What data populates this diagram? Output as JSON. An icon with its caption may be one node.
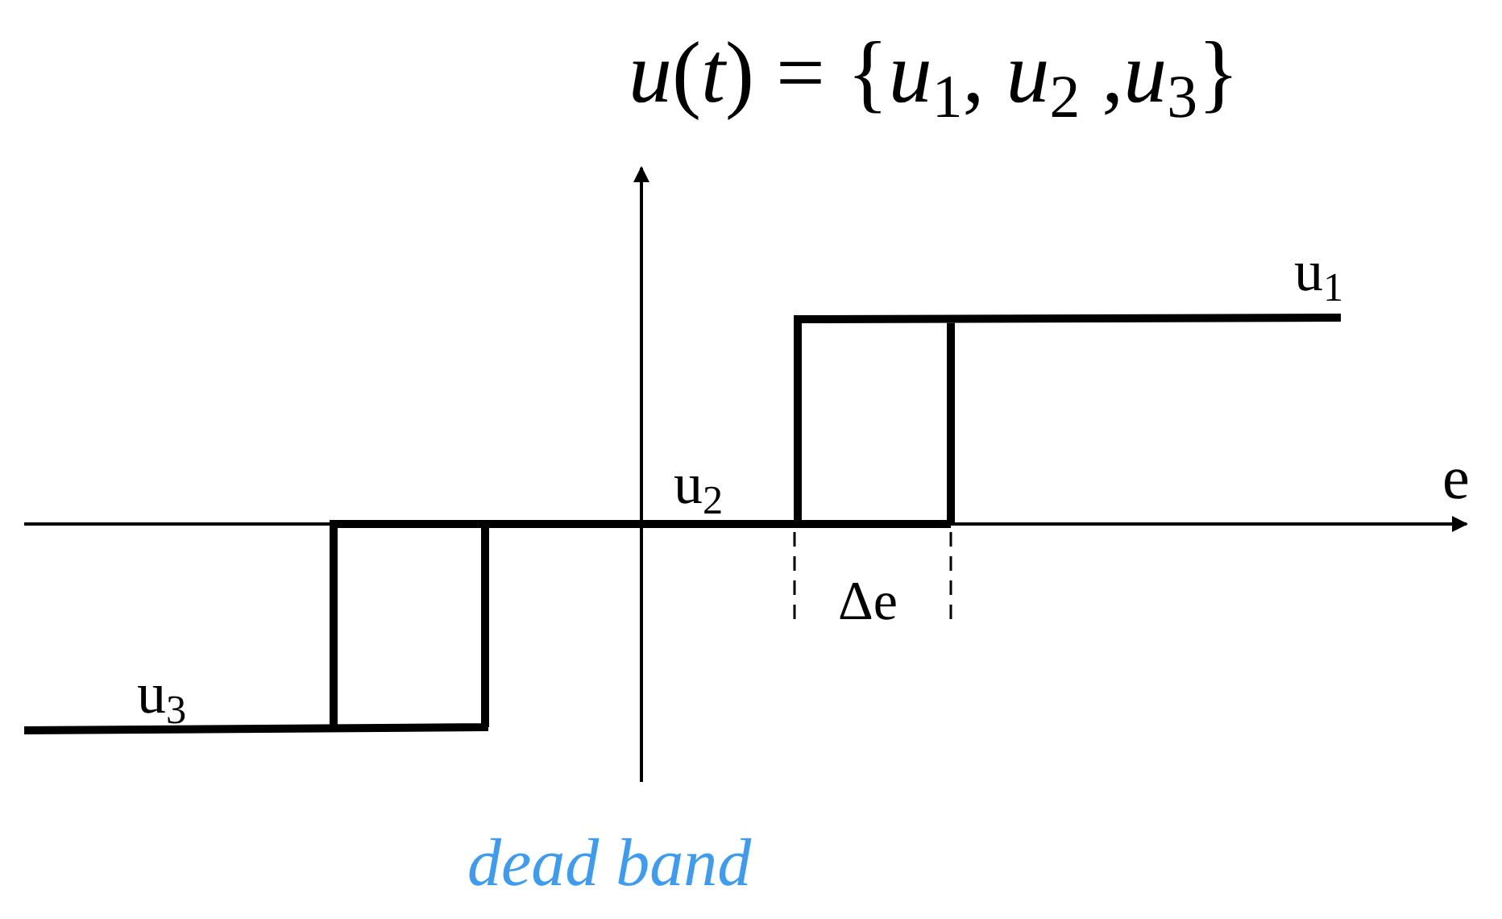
{
  "diagram": {
    "title": "*u*(*t*) = {*u*$_{1}$,  *u*$_{2}$ ,*u*$_{3}$}",
    "labels": [
      "u$_{1}$",
      "e",
      "u$_{2}$",
      "Δe",
      "u$_{3}$",
      "dead band"
    ]
  }
}
